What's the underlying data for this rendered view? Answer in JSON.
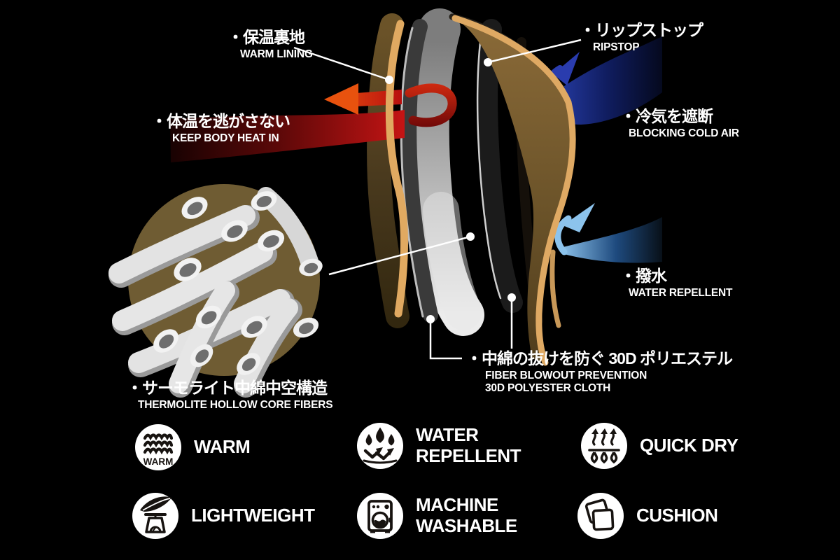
{
  "callouts": {
    "warm_lining": {
      "jp": "・保温裏地",
      "en": "WARM LINING"
    },
    "keep_body_heat_in": {
      "jp": "・体温を逃がさない",
      "en": "KEEP BODY HEAT IN"
    },
    "ripstop": {
      "jp": "・リップストップ",
      "en": "RIPSTOP"
    },
    "blocking_cold_air": {
      "jp": "・冷気を遮断",
      "en": "BLOCKING COLD AIR"
    },
    "water_repellent": {
      "jp": "・撥水",
      "en": "WATER REPELLENT"
    },
    "fiber_blowout": {
      "jp": "・中綿の抜けを防ぐ 30D ポリエステル",
      "en_line1": "FIBER BLOWOUT PREVENTION",
      "en_line2": "30D POLYESTER CLOTH"
    },
    "thermolite": {
      "jp": "・サーモライト中綿中空構造",
      "en": "THERMOLITE HOLLOW CORE FIBERS"
    }
  },
  "features": {
    "warm": {
      "label": "WARM",
      "icon_text": "WARM",
      "icon": "warm-waves-icon"
    },
    "water_repellent": {
      "label": "WATER REPELLENT",
      "icon": "water-droplets-bounce-icon"
    },
    "quick_dry": {
      "label": "QUICK DRY",
      "icon": "steam-over-droplets-icon"
    },
    "lightweight": {
      "label": "LIGHTWEIGHT",
      "icon": "feather-on-scale-icon"
    },
    "machine_washable": {
      "label": "MACHINE WASHABLE",
      "icon": "washing-machine-icon"
    },
    "cushion": {
      "label": "CUSHION",
      "icon": "stacked-pads-icon"
    }
  },
  "colors": {
    "background": "#000000",
    "text": "#ffffff",
    "tan_bright": "#dfa963",
    "tan_dark": "#6b5329",
    "fiber_circle_brown": "#6f5c33",
    "heat_red": "#c41414",
    "heat_orange": "#e8520e",
    "cold_blue_dark": "#2c44b8",
    "water_blue_light": "#90c6ee",
    "batting_gray": "#c9c9c9"
  }
}
